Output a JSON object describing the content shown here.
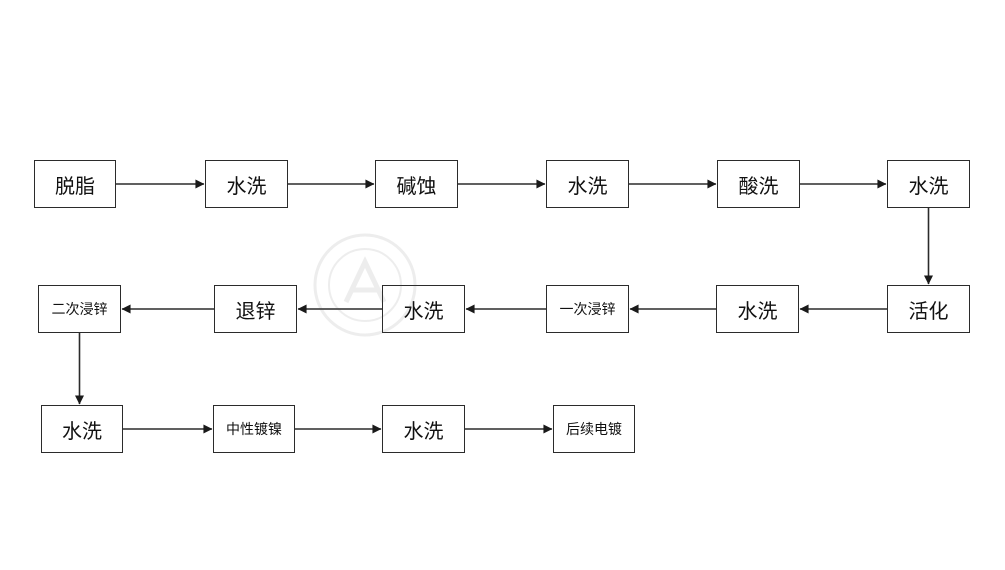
{
  "diagram": {
    "nodes": {
      "n1": "脱脂",
      "n2": "水洗",
      "n3": "碱蚀",
      "n4": "水洗",
      "n5": "酸洗",
      "n6": "水洗",
      "n7": "活化",
      "n8": "水洗",
      "n9": "一次浸锌",
      "n10": "水洗",
      "n11": "退锌",
      "n12": "二次浸锌",
      "n13": "水洗",
      "n14": "中性镀镍",
      "n15": "水洗",
      "n16": "后续电镀"
    },
    "edges": [
      [
        "n1",
        "n2"
      ],
      [
        "n2",
        "n3"
      ],
      [
        "n3",
        "n4"
      ],
      [
        "n4",
        "n5"
      ],
      [
        "n5",
        "n6"
      ],
      [
        "n6",
        "n7"
      ],
      [
        "n7",
        "n8"
      ],
      [
        "n8",
        "n9"
      ],
      [
        "n9",
        "n10"
      ],
      [
        "n10",
        "n11"
      ],
      [
        "n11",
        "n12"
      ],
      [
        "n12",
        "n13"
      ],
      [
        "n13",
        "n14"
      ],
      [
        "n14",
        "n15"
      ],
      [
        "n15",
        "n16"
      ]
    ],
    "colors": {
      "stroke": "#2b2b2b",
      "text": "#111111",
      "background": "#ffffff"
    }
  }
}
